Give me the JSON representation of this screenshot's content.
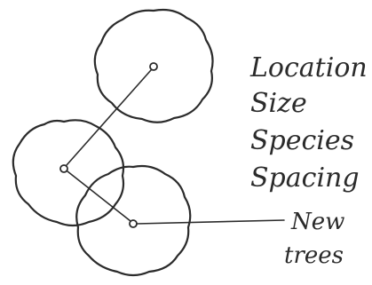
{
  "colors": {
    "ink": "#2b2b2b",
    "paper": "#ffffff"
  },
  "labels": {
    "location": "Location",
    "size": "Size",
    "species": "Species",
    "spacing": "Spacing",
    "new": "New",
    "trees": "trees"
  }
}
